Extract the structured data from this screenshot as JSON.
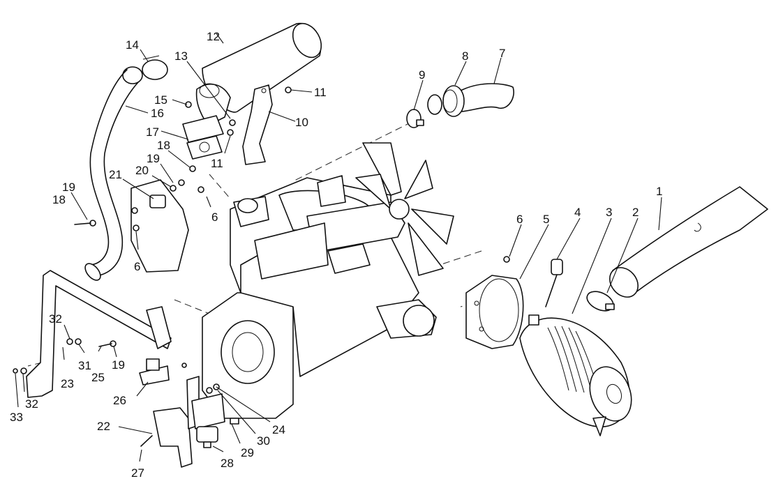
{
  "callouts": [
    {
      "n": "1"
    },
    {
      "n": "2"
    },
    {
      "n": "3"
    },
    {
      "n": "4"
    },
    {
      "n": "5"
    },
    {
      "n": "6"
    },
    {
      "n": "6"
    },
    {
      "n": "6"
    },
    {
      "n": "7"
    },
    {
      "n": "8"
    },
    {
      "n": "9"
    },
    {
      "n": "10"
    },
    {
      "n": "11"
    },
    {
      "n": "11"
    },
    {
      "n": "12"
    },
    {
      "n": "13"
    },
    {
      "n": "14"
    },
    {
      "n": "15"
    },
    {
      "n": "16"
    },
    {
      "n": "17"
    },
    {
      "n": "18"
    },
    {
      "n": "18"
    },
    {
      "n": "19"
    },
    {
      "n": "19"
    },
    {
      "n": "19"
    },
    {
      "n": "20"
    },
    {
      "n": "21"
    },
    {
      "n": "22"
    },
    {
      "n": "23"
    },
    {
      "n": "24"
    },
    {
      "n": "25"
    },
    {
      "n": "26"
    },
    {
      "n": "27"
    },
    {
      "n": "28"
    },
    {
      "n": "29"
    },
    {
      "n": "30"
    },
    {
      "n": "31"
    },
    {
      "n": "32"
    },
    {
      "n": "32"
    },
    {
      "n": "33"
    }
  ]
}
